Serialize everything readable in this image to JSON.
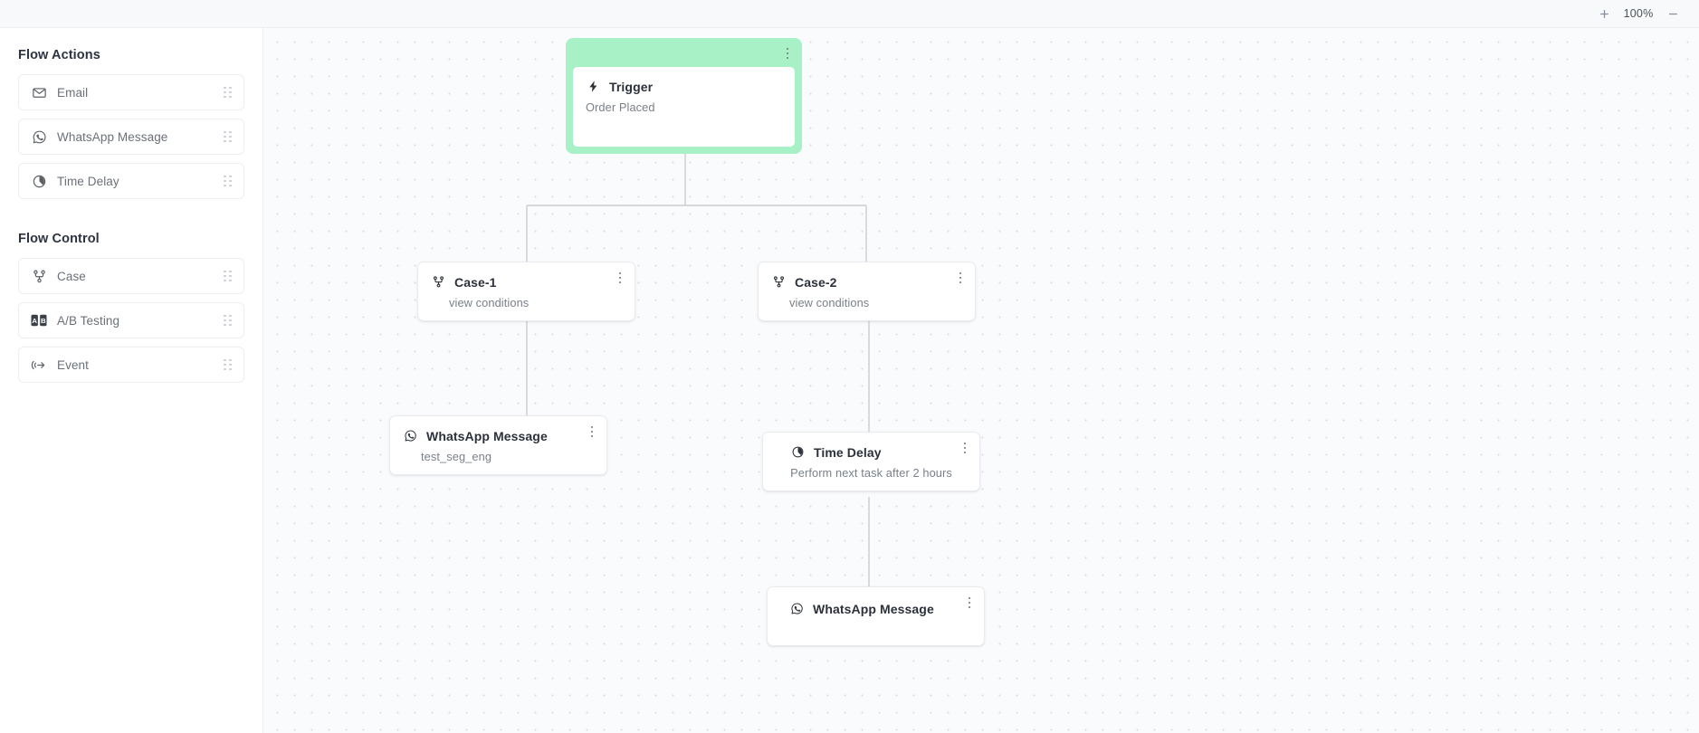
{
  "topbar": {
    "zoom_in_label": "+",
    "zoom_level": "100%",
    "zoom_out_label": "−"
  },
  "sidebar": {
    "sections": [
      {
        "title": "Flow Actions",
        "items": [
          {
            "label": "Email",
            "icon": "envelope-icon"
          },
          {
            "label": "WhatsApp Message",
            "icon": "whatsapp-icon"
          },
          {
            "label": "Time Delay",
            "icon": "clock-icon"
          }
        ]
      },
      {
        "title": "Flow Control",
        "items": [
          {
            "label": "Case",
            "icon": "branch-icon"
          },
          {
            "label": "A/B Testing",
            "icon": "ab-testing-icon"
          },
          {
            "label": "Event",
            "icon": "event-icon"
          }
        ]
      }
    ]
  },
  "canvas": {
    "nodes": [
      {
        "id": "trigger",
        "type": "trigger",
        "title": "Trigger",
        "subtitle": "Order Placed"
      },
      {
        "id": "case1",
        "type": "case",
        "title": "Case-1",
        "subtitle": "view conditions"
      },
      {
        "id": "case2",
        "type": "case",
        "title": "Case-2",
        "subtitle": "view conditions"
      },
      {
        "id": "whatsapp",
        "type": "whatsapp",
        "title": "WhatsApp Message",
        "subtitle": "test_seg_eng"
      },
      {
        "id": "delay",
        "type": "delay",
        "title": "Time Delay",
        "subtitle": "Perform next task after 2 hours"
      },
      {
        "id": "whatsapp2",
        "type": "whatsapp",
        "title": "WhatsApp Message",
        "subtitle": ""
      }
    ]
  },
  "colors": {
    "trigger_highlight": "#a8f0c6",
    "canvas_bg": "#fafbfc",
    "edge": "#c9ccd1"
  }
}
